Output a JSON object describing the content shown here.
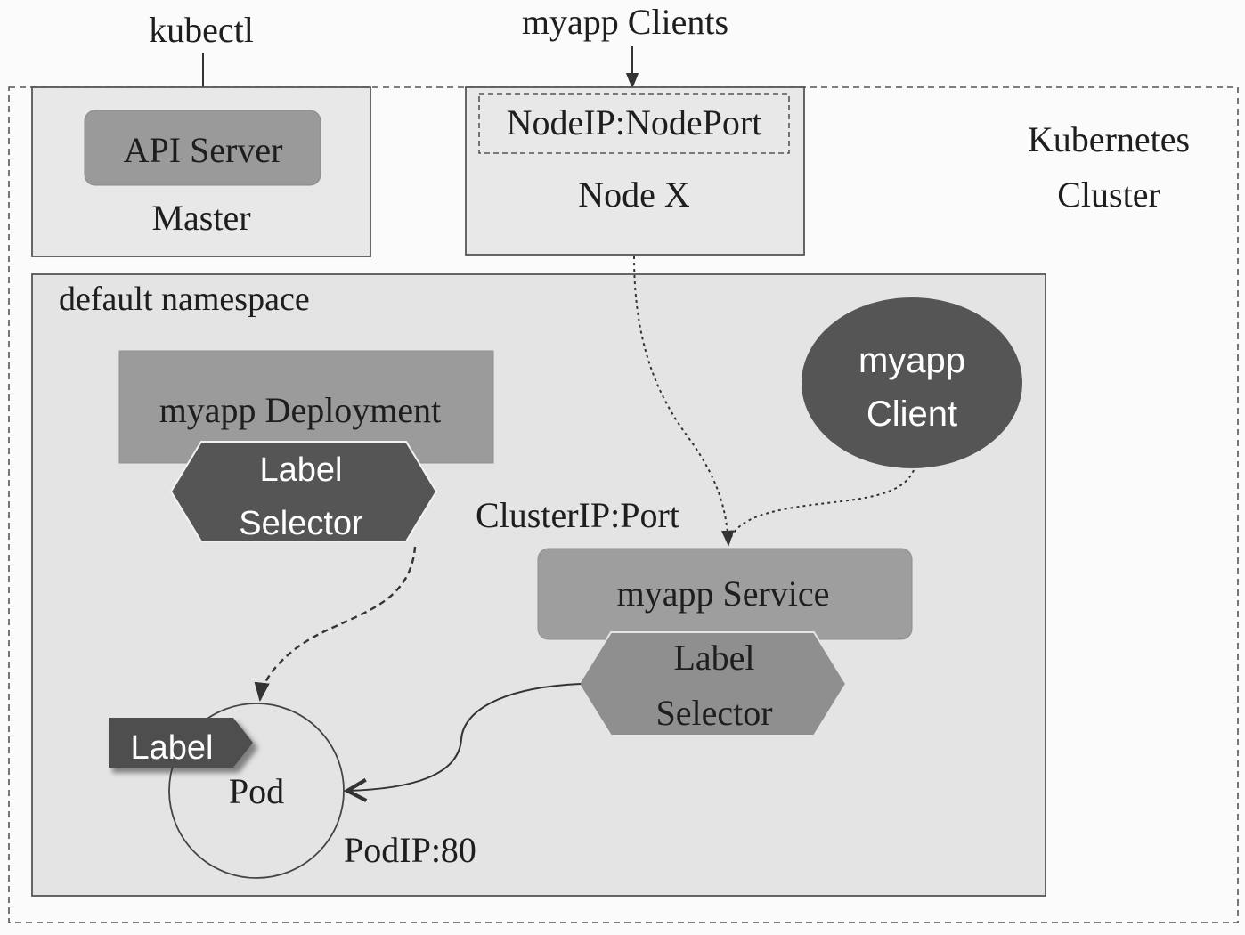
{
  "external": {
    "kubectl": "kubectl",
    "clients": "myapp Clients"
  },
  "cluster": {
    "label_line1": "Kubernetes",
    "label_line2": "Cluster"
  },
  "master": {
    "api_server": "API Server",
    "label": "Master"
  },
  "node": {
    "nodeport": "NodeIP:NodePort",
    "label": "Node X"
  },
  "namespace": {
    "label": "default namespace",
    "deployment": {
      "title": "myapp Deployment",
      "selector_line1": "Label",
      "selector_line2": "Selector"
    },
    "client": {
      "line1": "myapp",
      "line2": "Client"
    },
    "service": {
      "cluster_ip": "ClusterIP:Port",
      "title": "myapp Service",
      "selector_line1": "Label",
      "selector_line2": "Selector"
    },
    "pod": {
      "label_tag": "Label",
      "name": "Pod",
      "pod_ip": "PodIP:80"
    }
  },
  "colors": {
    "box_fill": "#e8e8e8",
    "namespace_fill": "#e4e4e4",
    "api_server_fill": "#9a9a9a",
    "deployment_fill": "#9b9b9b",
    "service_fill": "#9e9e9e",
    "dark_fill": "#555555",
    "line": "#333333"
  }
}
